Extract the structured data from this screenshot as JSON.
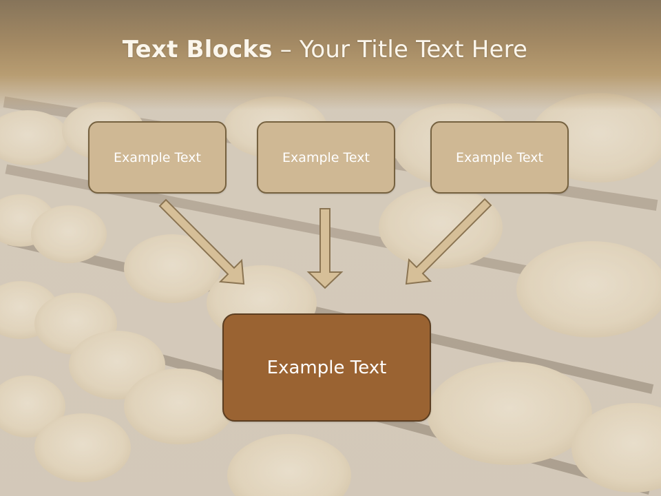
{
  "title": {
    "bold": "Text Blocks",
    "separator": " – ",
    "rest": "Your Title Text Here"
  },
  "blocks": [
    {
      "label": "Example Text"
    },
    {
      "label": "Example Text"
    },
    {
      "label": "Example Text"
    }
  ],
  "main_block": {
    "label": "Example Text"
  },
  "colors": {
    "small_box_fill": "#cfb894",
    "small_box_border": "#75613f",
    "main_box_fill": "#9a6332",
    "arrow_fill": "#d6bf98",
    "arrow_stroke": "#8a7452"
  }
}
